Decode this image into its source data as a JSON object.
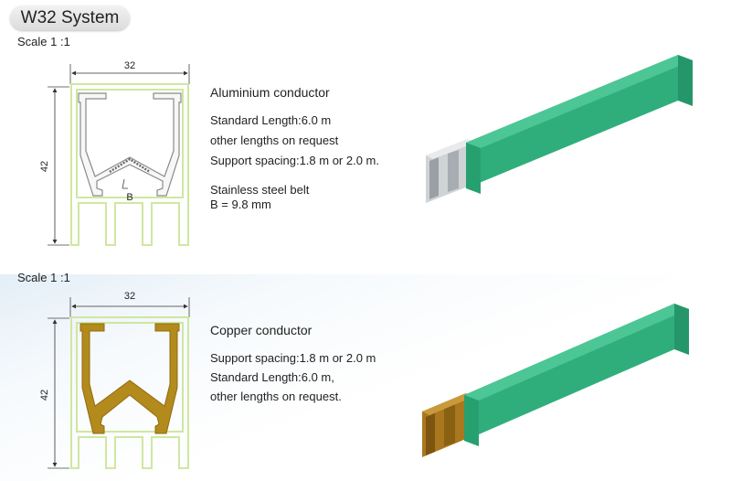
{
  "title": "W32 System",
  "colors": {
    "accent_green": "#2fae7c",
    "profile_outline": "#cfe7a0",
    "copper": "#b38a1c"
  },
  "sections": [
    {
      "scale_label": "Scale 1 :1",
      "width_dim": "32",
      "height_dim": "42",
      "callout": "B",
      "heading": "Aluminium conductor",
      "specs": [
        "Standard Length:6.0 m",
        "other lengths on request",
        "Support spacing:1.8 m or 2.0 m."
      ],
      "belt_title": "Stainless steel belt",
      "belt_value": "B = 9.8 mm"
    },
    {
      "scale_label": "Scale 1 :1",
      "width_dim": "32",
      "height_dim": "42",
      "heading": "Copper conductor",
      "specs": [
        "Support spacing:1.8 m or 2.0 m",
        "Standard Length:6.0 m,",
        "other lengths on request."
      ]
    }
  ]
}
